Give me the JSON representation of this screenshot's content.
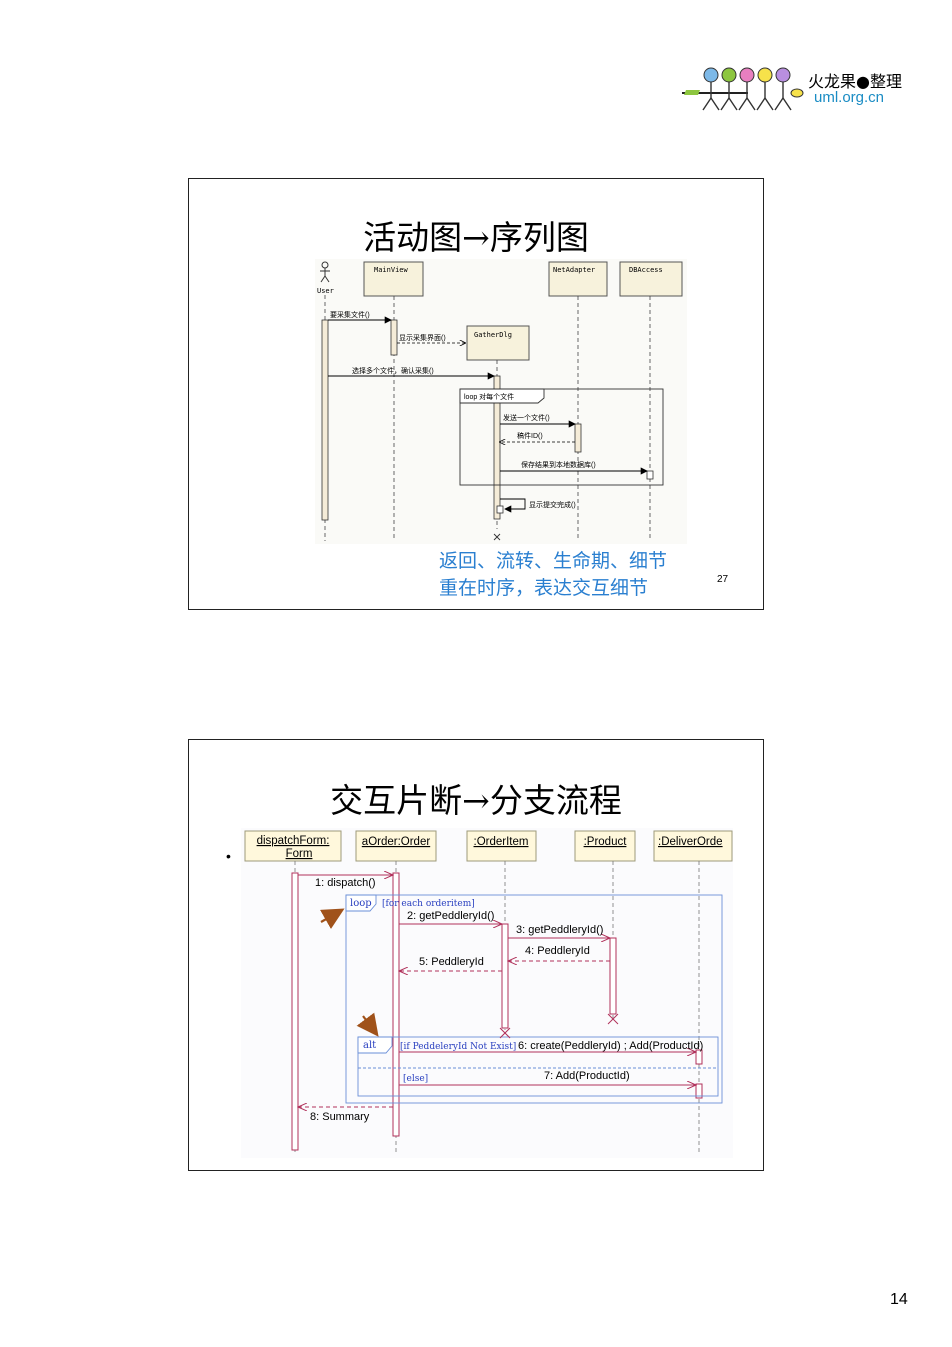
{
  "logo": {
    "text_cn": "火龙果●整理",
    "text_url": "uml.org.cn"
  },
  "slide1": {
    "title": "活动图→序列图",
    "lifelines": {
      "user": "User",
      "mainview": "MainView",
      "netadapter": "NetAdapter",
      "dbaccess": "DBAccess",
      "gatherdlg": "GatherDlg"
    },
    "messages": {
      "m1": "要采集文件()",
      "m2": "显示采集界面()",
      "m3": "选择多个文件，确认采集()",
      "loop": "loop 对每个文件",
      "m4": "发送一个文件()",
      "m5": "稿件ID()",
      "m6": "保存结果到本地数据库()",
      "m7": "显示提交完成()"
    },
    "caption_line1": "返回、流转、生命期、细节",
    "caption_line2": "重在时序，表达交互细节",
    "slide_number": "27"
  },
  "slide2": {
    "title": "交互片断→分支流程",
    "bullet": "•",
    "lifelines": {
      "form_line1": "dispatchForm:",
      "form_line2": "Form",
      "order": "aOrder:Order",
      "orderitem": ":OrderItem",
      "product": ":Product",
      "deliver": ":DeliverOrde"
    },
    "messages": {
      "m1": "1: dispatch()",
      "loop": "loop",
      "loop_guard": "[for each orderitem]",
      "m2": "2: getPeddleryId()",
      "m3": "3: getPeddleryId()",
      "m4": "4: PeddleryId",
      "m5": "5: PeddleryId",
      "alt": "alt",
      "alt_guard": "[if PeddeleryId Not Exist]",
      "m6": "6: create(PeddleryId) ; Add(ProductId)",
      "else_guard": "[else]",
      "m7": "7: Add(ProductId)",
      "m8": "8: Summary"
    }
  },
  "page_number": "14"
}
